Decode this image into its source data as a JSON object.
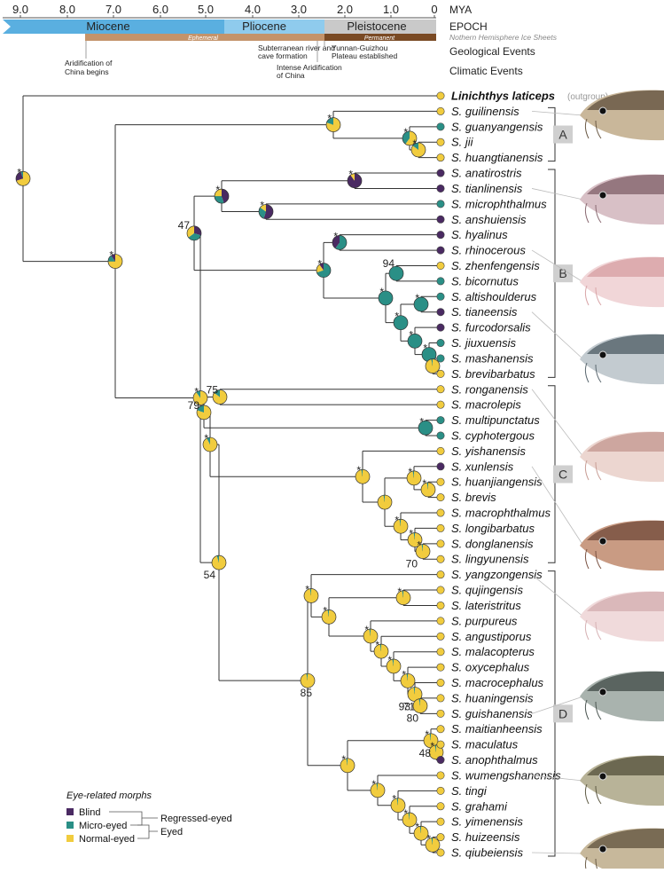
{
  "header": {
    "timescale_unit": "MYA",
    "epoch_label": "EPOCH",
    "ice_label": "Nothern Hemisphere Ice Sheets",
    "geological_label": "Geological Events",
    "climatic_label": "Climatic Events"
  },
  "axis": {
    "ticks": [
      "9.0",
      "8.0",
      "7.0",
      "6.0",
      "5.0",
      "4.0",
      "3.0",
      "2.0",
      "1.0",
      "0"
    ]
  },
  "epochs": [
    {
      "name": "Miocene",
      "color": "#5aafe0"
    },
    {
      "name": "Pliocene",
      "color": "#8fcbed"
    },
    {
      "name": "Pleistocene",
      "color": "#c9c9c9"
    }
  ],
  "ice_phases": [
    {
      "name": "Ephemeral",
      "color": "#c4936a"
    },
    {
      "name": "Permanent",
      "color": "#7a4a24"
    }
  ],
  "events": {
    "aridification": "Aridification of China begins",
    "subterranean": "Subterranean river and cave formation",
    "intense": "Intense Aridification of China",
    "yunnan": "Yunnan-Guizhou Plateau established"
  },
  "colors": {
    "blind": "#4a2a62",
    "micro": "#2a8f86",
    "normal": "#f1cc3e"
  },
  "tips": [
    {
      "name": "Linichthys laticeps",
      "state": "normal",
      "suffix": "(outgroup)"
    },
    {
      "name": "S. guilinensis",
      "state": "normal"
    },
    {
      "name": "S. guanyangensis",
      "state": "micro"
    },
    {
      "name": "S. jii",
      "state": "normal"
    },
    {
      "name": "S. huangtianensis",
      "state": "normal"
    },
    {
      "name": "S. anatirostris",
      "state": "blind"
    },
    {
      "name": "S. tianlinensis",
      "state": "blind"
    },
    {
      "name": "S. microphthalmus",
      "state": "micro"
    },
    {
      "name": "S. anshuiensis",
      "state": "blind"
    },
    {
      "name": "S. hyalinus",
      "state": "blind"
    },
    {
      "name": "S. rhinocerous",
      "state": "blind"
    },
    {
      "name": "S. zhenfengensis",
      "state": "normal"
    },
    {
      "name": "S. bicornutus",
      "state": "micro"
    },
    {
      "name": "S. altishoulderus",
      "state": "micro"
    },
    {
      "name": "S. tianeensis",
      "state": "blind"
    },
    {
      "name": "S. furcodorsalis",
      "state": "blind"
    },
    {
      "name": "S. jiuxuensis",
      "state": "micro"
    },
    {
      "name": "S. mashanensis",
      "state": "micro"
    },
    {
      "name": "S. brevibarbatus",
      "state": "normal"
    },
    {
      "name": "S. ronganensis",
      "state": "normal"
    },
    {
      "name": "S. macrolepis",
      "state": "normal"
    },
    {
      "name": "S. multipunctatus",
      "state": "micro"
    },
    {
      "name": "S. cyphotergous",
      "state": "micro"
    },
    {
      "name": "S. yishanensis",
      "state": "normal"
    },
    {
      "name": "S. xunlensis",
      "state": "blind"
    },
    {
      "name": "S. huanjiangensis",
      "state": "normal"
    },
    {
      "name": "S. brevis",
      "state": "normal"
    },
    {
      "name": "S. macrophthalmus",
      "state": "normal"
    },
    {
      "name": "S. longibarbatus",
      "state": "normal"
    },
    {
      "name": "S. donglanensis",
      "state": "normal"
    },
    {
      "name": "S. lingyunensis",
      "state": "normal"
    },
    {
      "name": "S. yangzongensis",
      "state": "normal"
    },
    {
      "name": "S. qujingensis",
      "state": "normal"
    },
    {
      "name": "S. lateristritus",
      "state": "normal"
    },
    {
      "name": "S. purpureus",
      "state": "normal"
    },
    {
      "name": "S. angustiporus",
      "state": "normal"
    },
    {
      "name": "S. malacopterus",
      "state": "normal"
    },
    {
      "name": "S. oxycephalus",
      "state": "normal"
    },
    {
      "name": "S. macrocephalus",
      "state": "normal"
    },
    {
      "name": "S. huaningensis",
      "state": "normal"
    },
    {
      "name": "S. guishanensis",
      "state": "normal"
    },
    {
      "name": "S. maitianheensis",
      "state": "normal"
    },
    {
      "name": "S. maculatus",
      "state": "normal"
    },
    {
      "name": "S. anophthalmus",
      "state": "blind"
    },
    {
      "name": "S. wumengshanensis",
      "state": "normal"
    },
    {
      "name": "S. tingi",
      "state": "normal"
    },
    {
      "name": "S. grahami",
      "state": "normal"
    },
    {
      "name": "S. yimenensis",
      "state": "normal"
    },
    {
      "name": "S. huizeensis",
      "state": "normal"
    },
    {
      "name": "S. qiubeiensis",
      "state": "normal"
    }
  ],
  "clades": [
    "A",
    "B",
    "C",
    "D"
  ],
  "support_labels": {
    "star": "*",
    "n47": "47",
    "n94": "94",
    "n75": "75",
    "n79": "79",
    "n54": "54",
    "n70": "70",
    "n85": "85",
    "n93": "93",
    "n71": "71",
    "n80": "80",
    "n48": "48"
  },
  "legend": {
    "title": "Eye-related morphs",
    "blind": "Blind",
    "micro": "Micro-eyed",
    "normal": "Normal-eyed",
    "regressed": "Regressed-eyed",
    "eyed": "Eyed"
  }
}
